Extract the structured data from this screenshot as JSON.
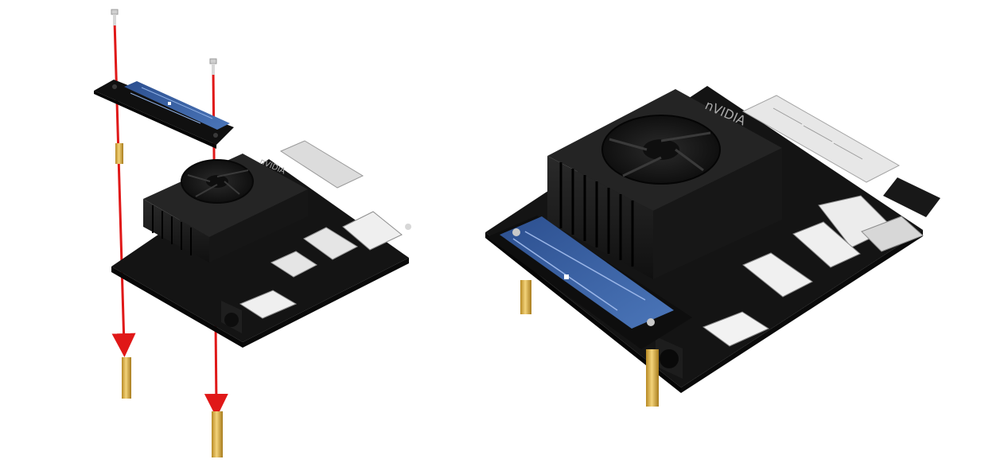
{
  "figure": {
    "panels": [
      {
        "id": "exploded-view",
        "description_visible_text": ""
      },
      {
        "id": "assembled-view",
        "description_visible_text": ""
      }
    ],
    "logo_text": "nVIDIA",
    "colors": {
      "background": "#ffffff",
      "board": "#151515",
      "heatsink": "#1b1b1b",
      "antenna_blue": "#3f67a8",
      "brass": "#d9b24a",
      "guide_arrow": "#e01818",
      "connector_white": "#e6e6e6",
      "metal": "#c9c9c9"
    },
    "icons": [
      "screw-icon",
      "standoff-icon",
      "fan-icon",
      "arrow-icon"
    ]
  }
}
